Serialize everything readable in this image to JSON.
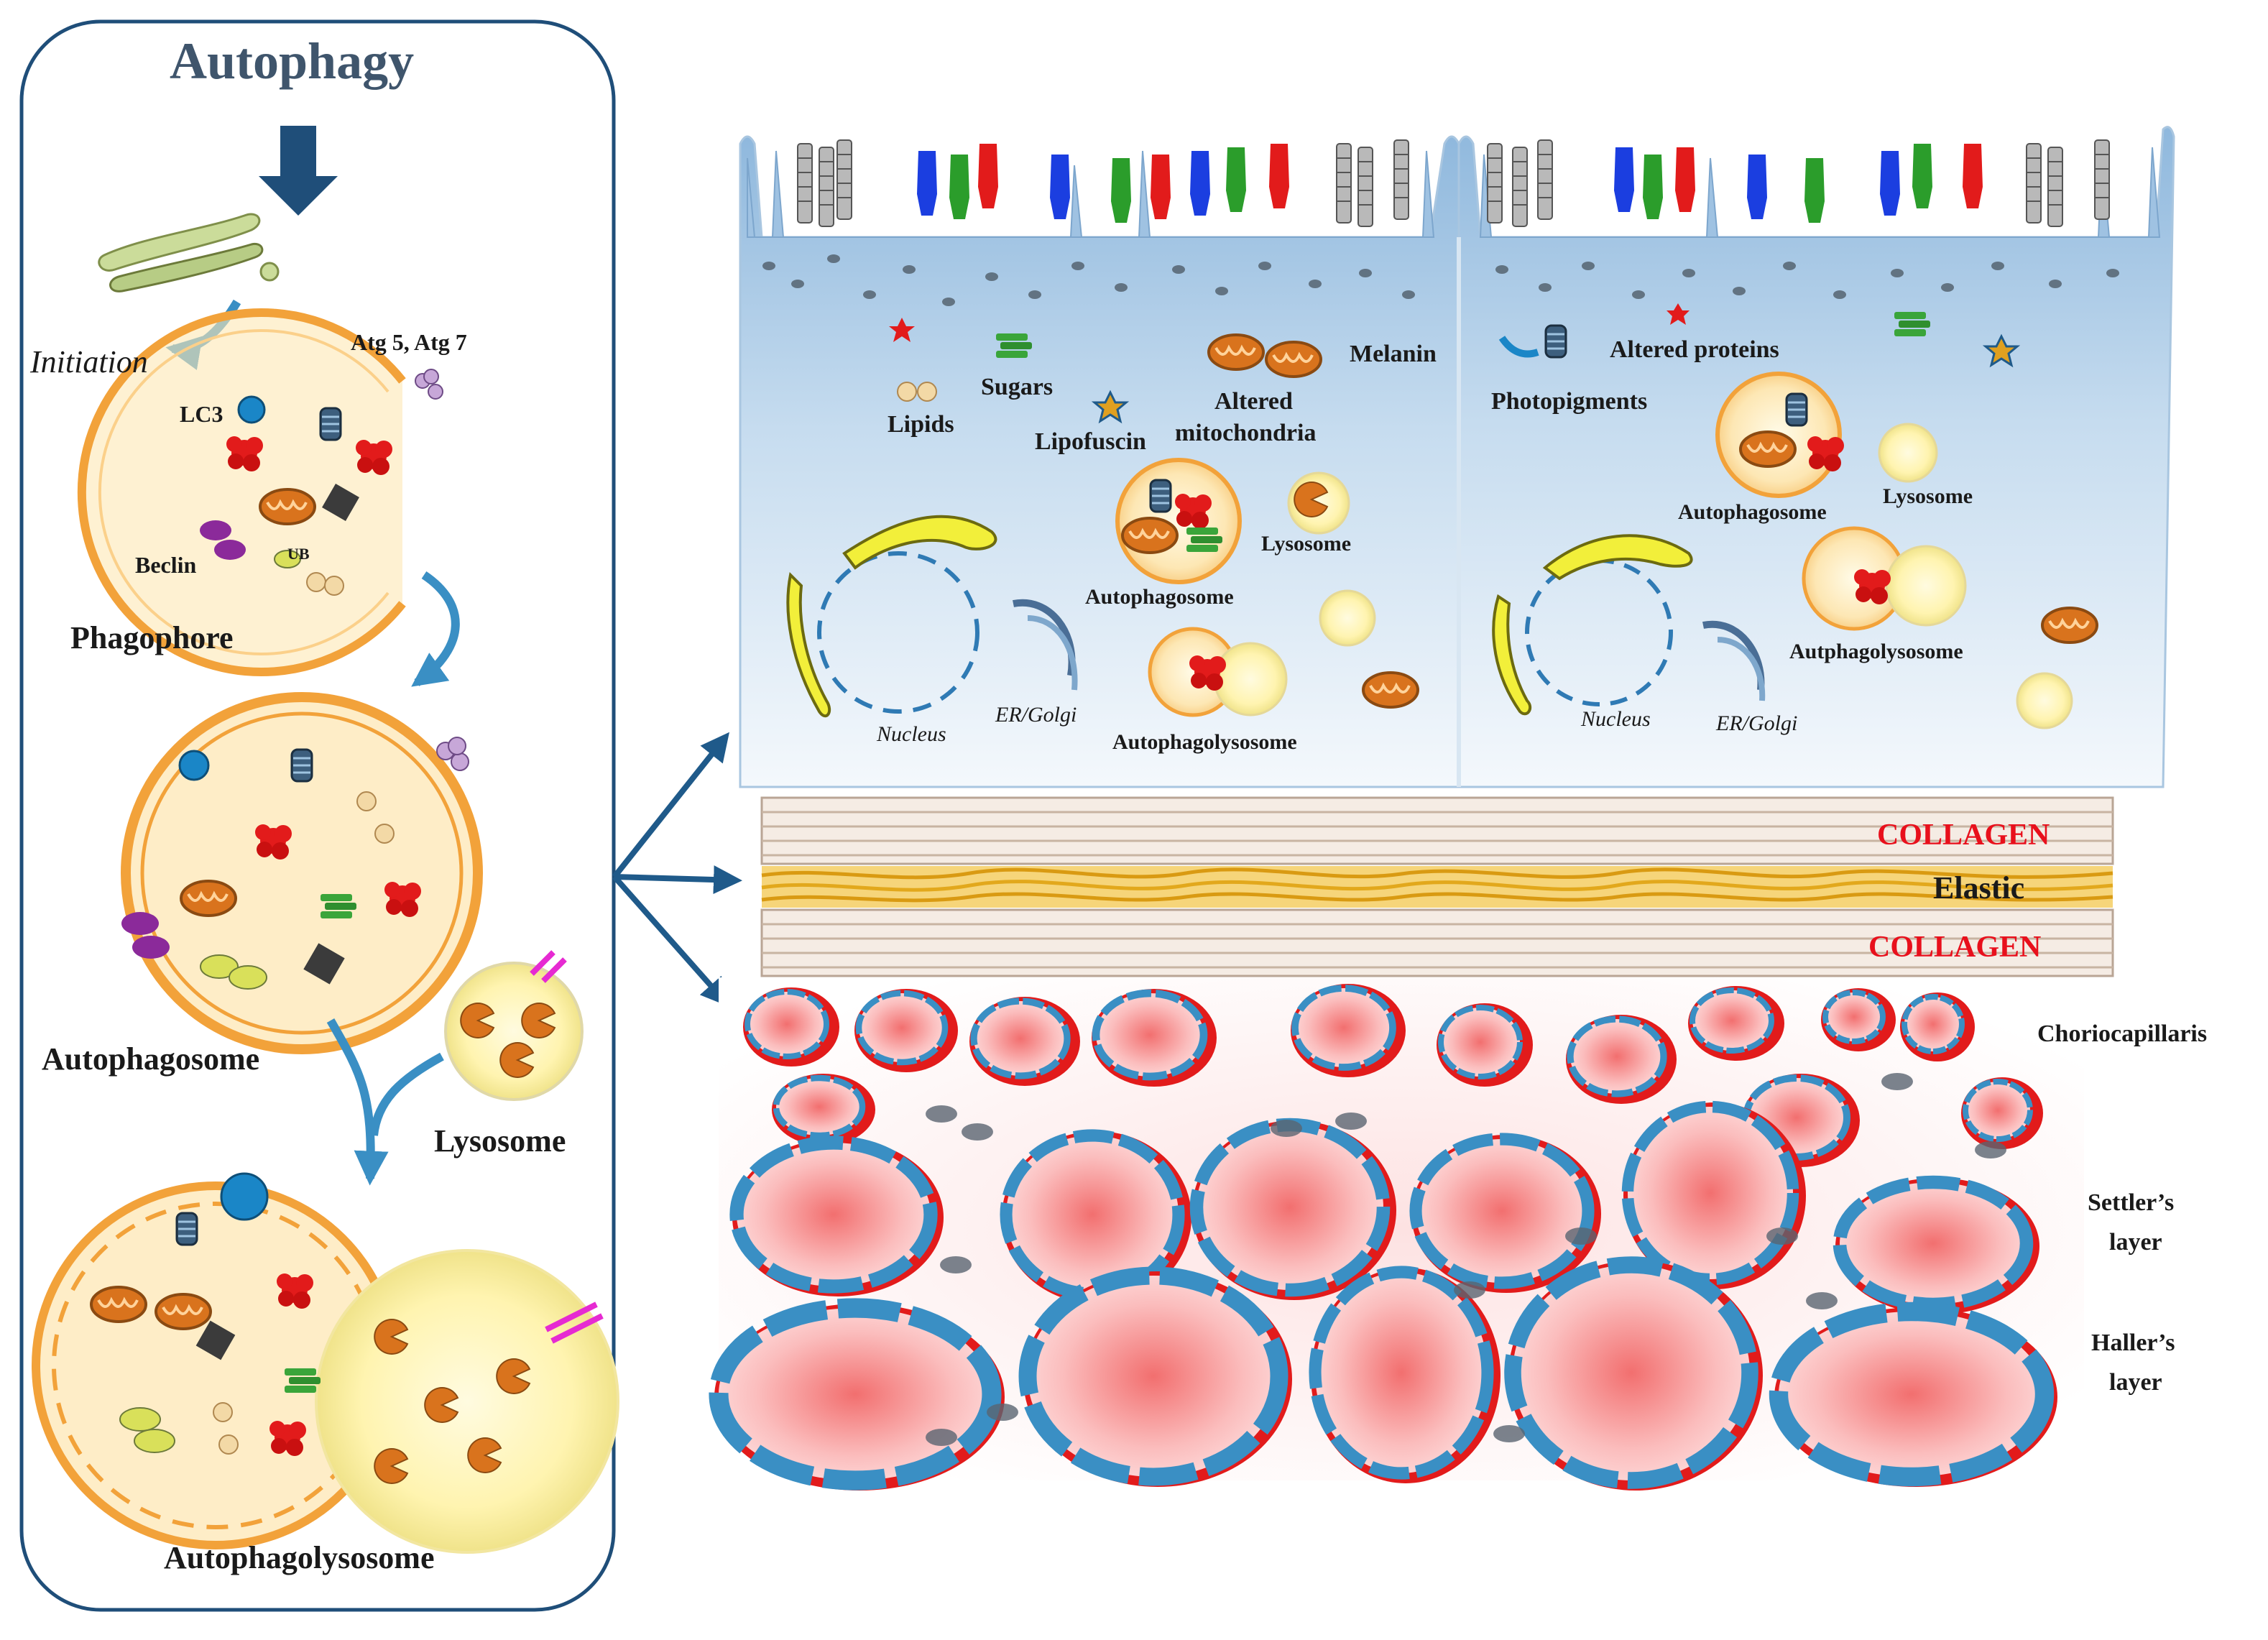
{
  "autophagy_panel": {
    "title": "Autophagy",
    "initiation": "Initiation",
    "atg": "Atg 5, Atg 7",
    "lc3": "LC3",
    "beclin": "Beclin",
    "ub": "UB",
    "phagophore": "Phagophore",
    "autophagosome": "Autophagosome",
    "lysosome": "Lysosome",
    "autophagolysosome": "Autophagolysosome"
  },
  "rpe_cell_left": {
    "lipids": "Lipids",
    "sugars": "Sugars",
    "altered_mitochondria_line1": "Altered",
    "altered_mitochondria_line2": "mitochondria",
    "melanin": "Melanin",
    "lipofuscin": "Lipofuscin",
    "lysosome": "Lysosome",
    "autophagosome": "Autophagosome",
    "autophagolysosome": "Autophagolysosome",
    "nucleus": "Nucleus",
    "er_golgi": "ER/Golgi"
  },
  "rpe_cell_right": {
    "photopigments": "Photopigments",
    "altered_proteins": "Altered proteins",
    "autophagosome": "Autophagosome",
    "lysosome": "Lysosome",
    "autphagolysosome": "Autphagolysosome",
    "nucleus": "Nucleus",
    "er_golgi": "ER/Golgi"
  },
  "bruch_membrane": {
    "collagen_top": "COLLAGEN",
    "elastic": "Elastic",
    "collagen_bottom": "COLLAGEN"
  },
  "choroid": {
    "choriocapillaris": "Choriocapillaris",
    "settler_line1": "Settler’s",
    "settler_line2": "layer",
    "haller_line1": "Haller’s",
    "haller_line2": "layer"
  },
  "colors": {
    "panel_border": "#1f4e79",
    "arrow_blue": "#1f5a8a",
    "membrane_orange": "#f2a23a",
    "collagen_red": "#e8101c",
    "vessel_blue": "#3a8fc4",
    "vessel_red": "#e21b1b"
  }
}
